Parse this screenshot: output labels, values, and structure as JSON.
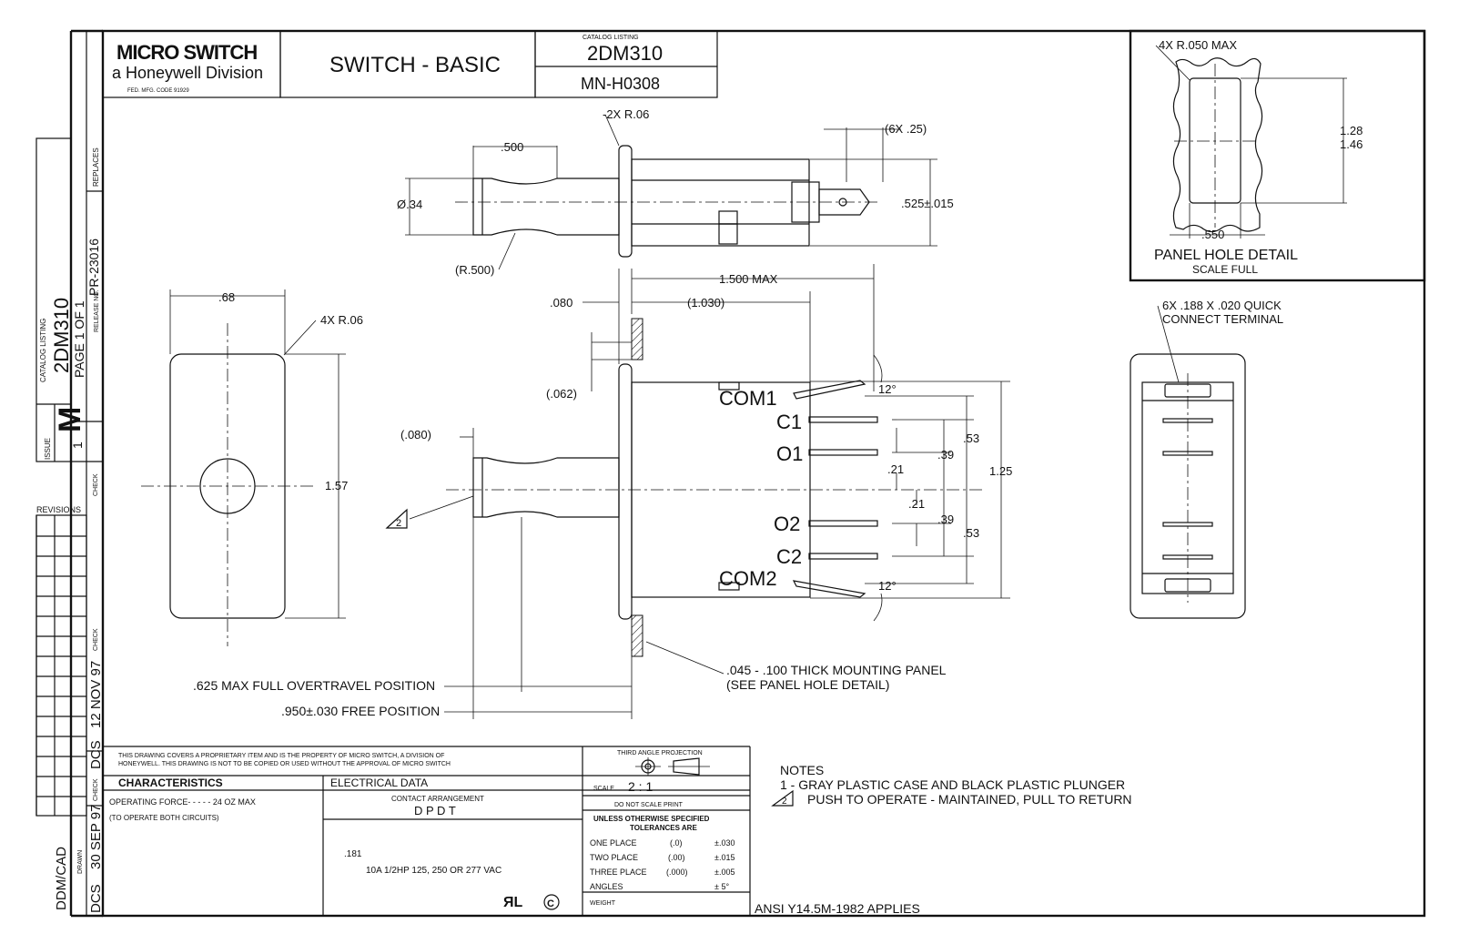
{
  "title_block": {
    "brand": "MICRO SWITCH",
    "division": "a Honeywell Division",
    "fed_code": "FED. MFG. CODE 91929",
    "part_title": "SWITCH - BASIC",
    "catalog_listing_label": "CATALOG LISTING",
    "catalog_number": "2DM310",
    "mn_number": "MN-H0308"
  },
  "side_block": {
    "catalog_listing_label": "CATALOG LISTING",
    "catalog_number": "2DM310",
    "page": "PAGE 1 OF 1",
    "release_label": "RELEASE NO.",
    "release_number": "PR-23016",
    "replaces_label": "REPLACES",
    "issue_label": "ISSUE",
    "issue_number": "1",
    "issue_letter": "M",
    "check_label": "CHECK",
    "revisions_label": "REVISIONS",
    "date_1": "12 NOV 97",
    "initials_1": "DCS",
    "date_2": "30 SEP 97",
    "initials_2": "DCS",
    "drawn_label": "DRAWN",
    "ddm_cad": "DDM/CAD"
  },
  "top_view": {
    "plunger_length": ".500",
    "diameter": "Ø.34",
    "radius_plunger": "(R.500)",
    "flange_radius": "-2X R.06",
    "terminal_width": "(6X .25)",
    "height": ".525±.015"
  },
  "front_view": {
    "width": ".68",
    "corner_radius": "4X R.06",
    "height": "1.57"
  },
  "side_view": {
    "flange": ".080",
    "body_length": "1.500 MAX",
    "flange_to_body": "(1.030)",
    "panel_gap": "(.062)",
    "plunger_offset": "(.080)",
    "note_ref": "2",
    "terminals": [
      "COM1",
      "C1",
      "O1",
      "O2",
      "C2",
      "COM2"
    ],
    "angle_top": "12°",
    "angle_bottom": "12°",
    "dims": {
      "d053_top": ".53",
      "d039_top": ".39",
      "d021_top": ".21",
      "d021_bottom": ".21",
      "d039_bottom": ".39",
      "d053_bottom": ".53",
      "d125": "1.25"
    },
    "overtravel": ".625 MAX FULL OVERTRAVEL POSITION",
    "free_position": ".950±.030 FREE POSITION",
    "panel_note_1": ".045 - .100 THICK MOUNTING PANEL",
    "panel_note_2": "(SEE PANEL HOLE DETAIL)"
  },
  "panel_hole": {
    "radius": "4X R.050 MAX",
    "height_min": "1.28",
    "height_max": "1.46",
    "width": ".550",
    "title": "PANEL HOLE DETAIL",
    "scale": "SCALE FULL"
  },
  "rear_view": {
    "terminal_note_1": "6X .188 X .020 QUICK",
    "terminal_note_2": "CONNECT TERMINAL"
  },
  "bottom_block": {
    "proprietary_1": "THIS DRAWING COVERS A PROPRIETARY ITEM AND IS THE PROPERTY OF MICRO SWITCH, A DIVISION OF",
    "proprietary_2": "HONEYWELL. THIS DRAWING IS NOT TO BE COPIED OR USED WITHOUT THE APPROVAL OF MICRO SWITCH",
    "characteristics": "CHARACTERISTICS",
    "operating_force": "OPERATING FORCE- - - - - 24 OZ MAX",
    "operate_note": "(TO OPERATE BOTH CIRCUITS)",
    "electrical_data": "ELECTRICAL DATA",
    "contact_arrangement": "CONTACT ARRANGEMENT",
    "arrangement_value": "D P D T",
    "rating_code": ".181",
    "rating": "10A 1/2HP 125, 250 OR 277 VAC",
    "third_angle": "THIRD ANGLE PROJECTION",
    "scale_label": "SCALE",
    "scale_value": "2 : 1",
    "do_not_scale": "DO NOT SCALE PRINT",
    "tol_title_1": "UNLESS OTHERWISE SPECIFIED",
    "tol_title_2": "TOLERANCES ARE",
    "tolerances": [
      {
        "label": "ONE PLACE",
        "places": "(.0)",
        "value": "±.030"
      },
      {
        "label": "TWO PLACE",
        "places": "(.00)",
        "value": "±.015"
      },
      {
        "label": "THREE PLACE",
        "places": "(.000)",
        "value": "±.005"
      },
      {
        "label": "ANGLES",
        "places": "",
        "value": "± 5°"
      }
    ],
    "weight": "WEIGHT",
    "notes_title": "NOTES",
    "note_1": "1 - GRAY PLASTIC CASE AND BLACK PLASTIC PLUNGER",
    "note_2_ref": "2",
    "note_2": "PUSH TO OPERATE - MAINTAINED, PULL TO RETURN",
    "ansi": "ANSI Y14.5M-1982 APPLIES"
  }
}
